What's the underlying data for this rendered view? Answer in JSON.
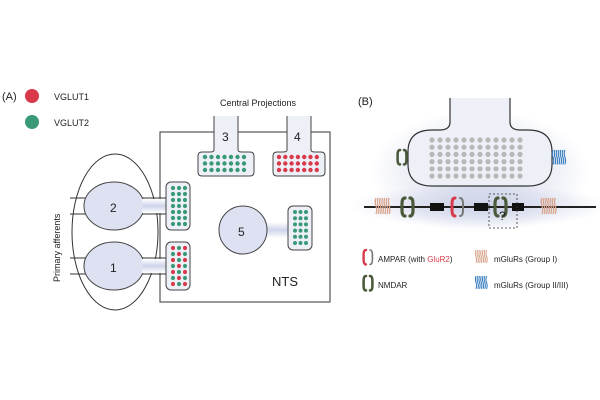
{
  "panel_a": {
    "label": "(A)",
    "legend": [
      {
        "text": "VGLUT1",
        "color": "#d9394a"
      },
      {
        "text": "VGLUT2",
        "color": "#3a9a78"
      }
    ],
    "central_projections": "Central Projections",
    "primary_afferents": "Primary afferents",
    "nts": "NTS",
    "terminal_numbers": [
      "1",
      "2",
      "3",
      "4",
      "5"
    ]
  },
  "panel_b": {
    "label": "(B)",
    "question": "?",
    "key": {
      "ampar_prefix": "AMPAR (with ",
      "ampar_highlight": "GluR2",
      "ampar_suffix": ")",
      "nmdar": "NMDAR",
      "mglur1": "mGluRs (Group I)",
      "mglur23": "mGluRs (Group II/III)"
    }
  },
  "colors": {
    "vglut1": "#d9394a",
    "vglut2": "#3a9a78",
    "ampar": "#d9394a",
    "nmdar": "#4a5a3a",
    "mglur1": "#d9a48c",
    "mglur23": "#3b7fc0",
    "glow": "#c9cfe6",
    "vesicle": "#b8b8b8",
    "line": "#333333"
  }
}
